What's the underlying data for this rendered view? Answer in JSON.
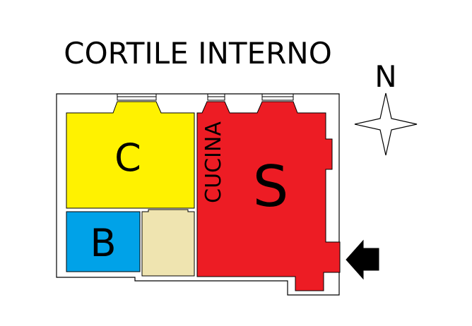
{
  "heading": "CORTILE INTERNO",
  "compass": {
    "label": "N"
  },
  "rooms": {
    "c": {
      "label": "C",
      "color": "#fff200"
    },
    "b": {
      "label": "B",
      "color": "#00a2e8"
    },
    "hall": {
      "color": "#efe4b0"
    },
    "s": {
      "label": "S",
      "color": "#ed1c24"
    },
    "kitchen": {
      "label": "CUCINA"
    }
  },
  "entrance": {
    "icon": "arrow-left-icon"
  }
}
